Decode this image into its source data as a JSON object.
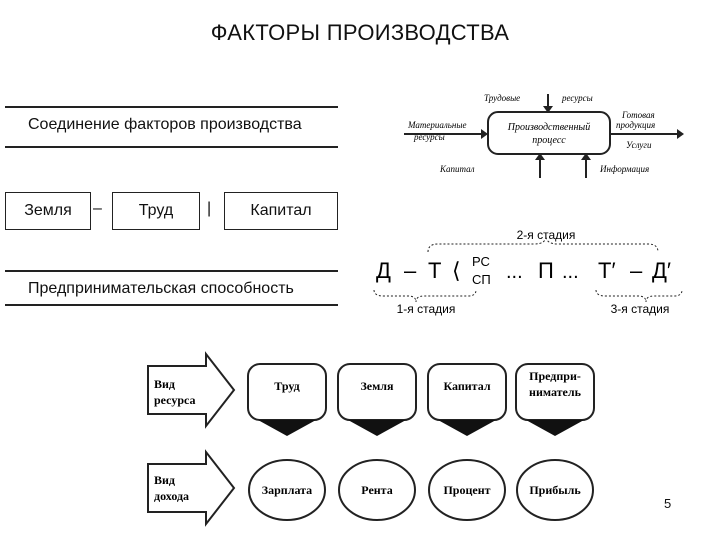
{
  "title": "ФАКТОРЫ ПРОИЗВОДСТВА",
  "combination": {
    "header": "Соединение факторов производства",
    "land": "Земля",
    "labor": "Труд",
    "capital": "Капитал",
    "sep1": "–",
    "sep2": "|",
    "entrepreneurship": "Предпринимательская способность"
  },
  "process": {
    "labor": "Трудовые",
    "resources": "ресурсы",
    "material1": "Материальные",
    "material2": "ресурсы",
    "center1": "Производственный",
    "center2": "процесс",
    "output1": "Готовая",
    "output2": "продукция",
    "output3": "Услуги",
    "capital": "Капитал",
    "info": "Информация"
  },
  "circuit": {
    "stage2": "2-я стадия",
    "stage1": "1-я стадия",
    "stage3": "3-я стадия",
    "d": "Д",
    "dash1": "–",
    "t": "Т",
    "bracket": "⟨",
    "rs": "РС",
    "sp": "СП",
    "dots1": "...",
    "p": "П",
    "dots2": "...",
    "tprime": "Т′",
    "dash2": "–",
    "dprime": "Д′"
  },
  "resources": {
    "label1": "Вид",
    "label2": "ресурса",
    "items": [
      "Труд",
      "Земля",
      "Капитал",
      "Предпри-",
      "ниматель"
    ]
  },
  "income": {
    "label1": "Вид",
    "label2": "дохода",
    "items": [
      "Зарплата",
      "Рента",
      "Процент",
      "Прибыль"
    ]
  },
  "page_number": "5"
}
